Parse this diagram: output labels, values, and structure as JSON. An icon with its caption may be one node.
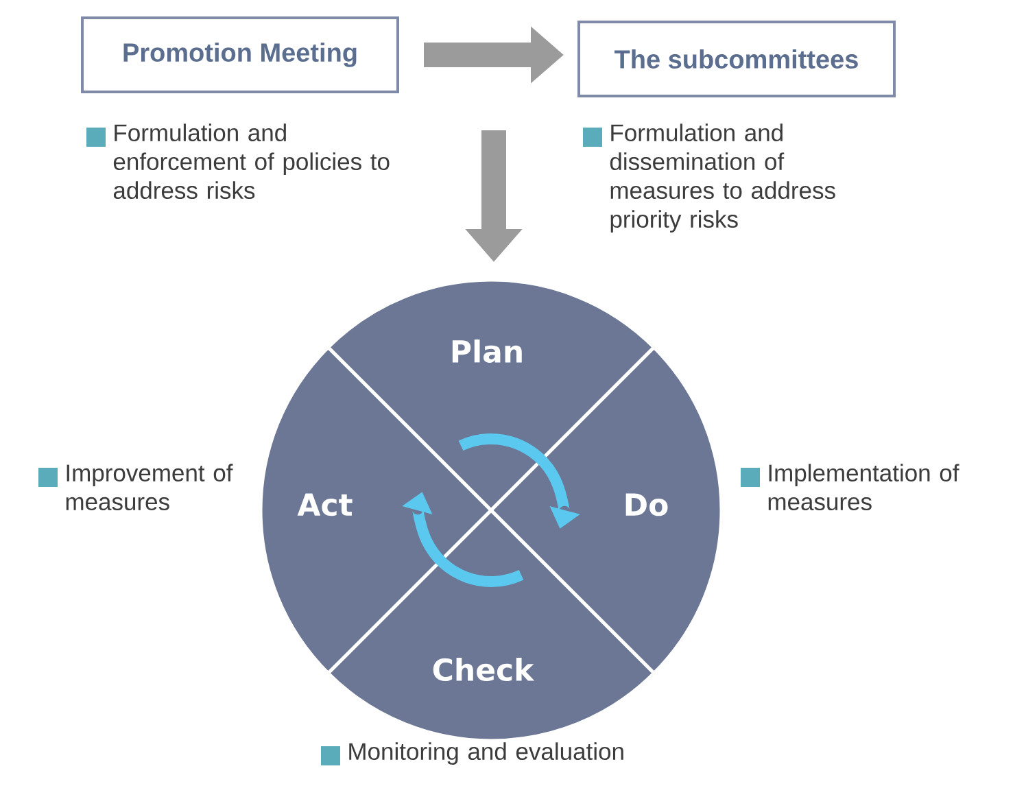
{
  "diagram": {
    "nodes": [
      {
        "text": [
          "Promotion Meeting"
        ],
        "beside": [
          "Formulation and enforcement of policies to address risks"
        ]
      },
      {
        "text": [
          "The subcommittees"
        ],
        "beside": [
          "Formulation and dissemination of measures to address priority risks"
        ]
      },
      {
        "text": [
          "Plan"
        ]
      },
      {
        "text": [
          "Do"
        ],
        "beside": [
          "Implementation of measures"
        ]
      },
      {
        "text": [
          "Check"
        ],
        "beside": [
          "Monitoring and evaluation"
        ]
      },
      {
        "text": [
          "Act"
        ],
        "beside": [
          "Improvement of measures"
        ]
      }
    ],
    "edges": [
      {
        "from": 0,
        "to": 1,
        "arrow": "to",
        "style": "thick"
      },
      {
        "from": null,
        "to": 2,
        "arrow": "to",
        "style": "thick"
      },
      {
        "from": 2,
        "to": 3,
        "arrow": "to",
        "color": "#5bc8f0"
      },
      {
        "from": 4,
        "to": 5,
        "arrow": "to",
        "color": "#5bc8f0"
      }
    ]
  }
}
